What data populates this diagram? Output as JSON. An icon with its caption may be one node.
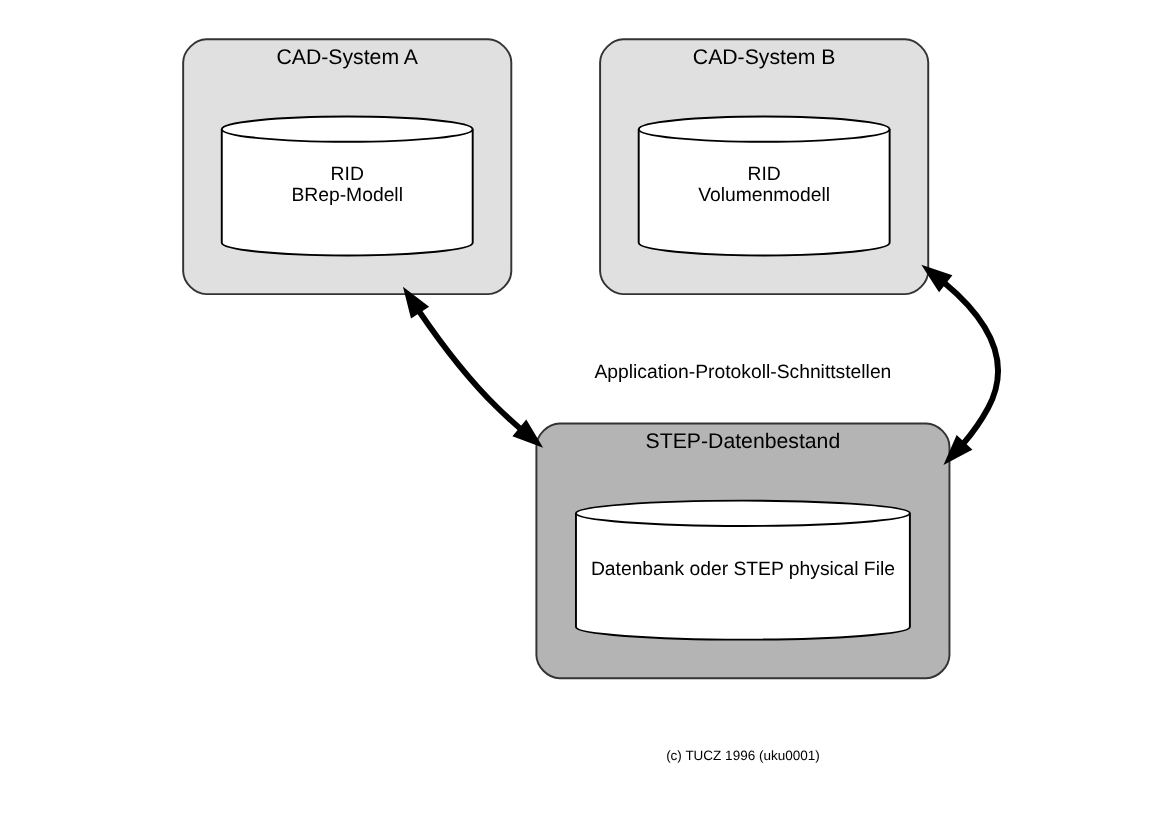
{
  "diagram": {
    "nodes": [
      {
        "text": [
          "CAD-System A"
        ]
      },
      {
        "text": [
          "RID",
          "BRep-Modell"
        ],
        "in": 0
      },
      {
        "text": [
          "CAD-System B"
        ]
      },
      {
        "text": [
          "RID",
          "Volumenmodell"
        ],
        "in": 2
      },
      {
        "text": [
          "STEP-Datenbestand"
        ]
      },
      {
        "text": [
          "Datenbank oder STEP physical File"
        ],
        "in": 4
      }
    ],
    "edges": [
      {
        "from": 0,
        "to": 4,
        "arrow": "both"
      },
      {
        "from": 2,
        "to": 4,
        "arrow": "both"
      }
    ],
    "labels": [
      "Application-Protokoll-Schnittstellen",
      "(c) TUCZ 1996 (uku0001)"
    ]
  }
}
